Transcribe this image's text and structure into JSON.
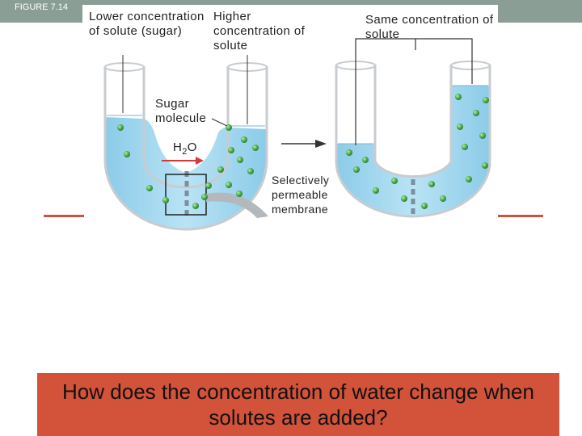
{
  "figure_label": "FIGURE 7.14",
  "labels": {
    "lower_concentration": "Lower concentration of solute (sugar)",
    "higher_concentration": "Higher concentration of solute",
    "same_concentration": "Same concentration of solute",
    "sugar_molecule": "Sugar molecule",
    "water": "H",
    "water_sub": "2",
    "water_tail": "O",
    "membrane": "Selectively permeable membrane"
  },
  "question": "How does the concentration of water change when solutes are added?",
  "colors": {
    "header_bar": "#8a9e95",
    "question_bg": "#d2523a",
    "accent": "#c9553f",
    "water": "#a6d8ef",
    "sugar": "#5ab85a",
    "arrow_red": "#d23a3a"
  },
  "icons": [
    "sugar-molecule-icon",
    "water-arrow-icon",
    "process-arrow-icon",
    "membrane-icon"
  ]
}
